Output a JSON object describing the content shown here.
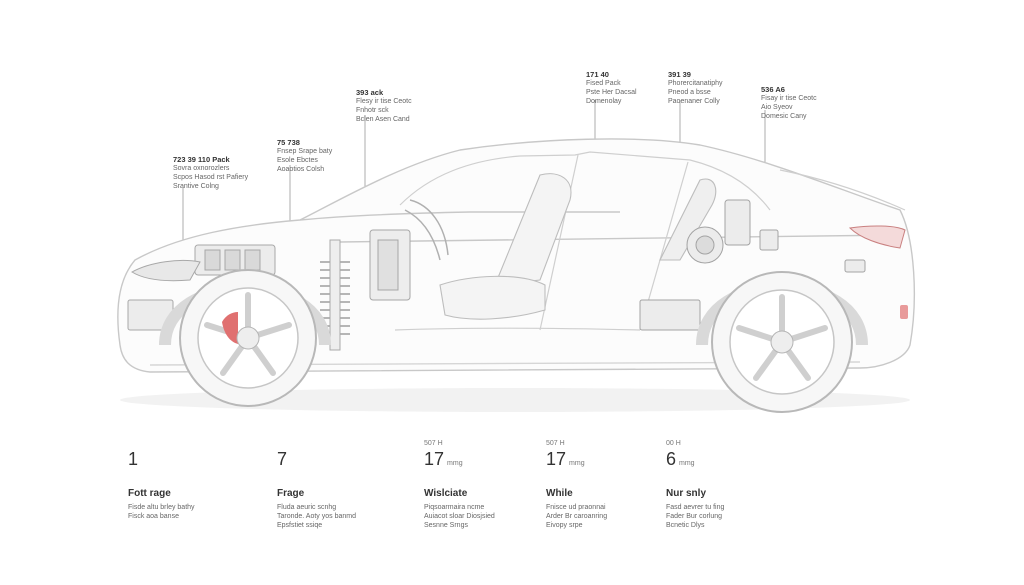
{
  "callouts": [
    {
      "title": "723 39 110 Pack",
      "lines": [
        "Sovra oxnorozlers",
        "Scpos Hasod rst Pafiery",
        "Srantive Colng"
      ]
    },
    {
      "title": "75 738",
      "lines": [
        "Fnsep Srape baty",
        "Esole Ebctes",
        "Aoaotios Colsh"
      ]
    },
    {
      "title": "393 ack",
      "lines": [
        "Flesy ir tise Ceotc",
        "Fnhotr sck",
        "Bclen Asen Cand"
      ]
    },
    {
      "title": "171 40",
      "lines": [
        "Fised Pack",
        "Pste  Her  Dacsal",
        "Domenolay"
      ]
    },
    {
      "title": "391 39",
      "lines": [
        "Phorercitanatiphy",
        "Pneod a bsse",
        "Paoenaner Colly"
      ]
    },
    {
      "title": "536 A6",
      "lines": [
        "Fisay ir tise Ceotc",
        "Aio Syeov",
        "Domesic Cany"
      ]
    }
  ],
  "stats": [
    {
      "pre": "",
      "value": "1",
      "unit": "",
      "label": "Fott rage",
      "desc": [
        "Fisde altu brley bathy",
        "Fisck aoa banse"
      ]
    },
    {
      "pre": "",
      "value": "7",
      "unit": "",
      "label": "Frage",
      "desc": [
        "Fluda aeuric scnhg",
        "Taronde. Aoty yos banmd",
        "Epsfstiet ssiqe"
      ]
    },
    {
      "pre": "507 H",
      "value": "17",
      "unit": "mmg",
      "label": "Wislciate",
      "desc": [
        "Piqsoarmaira ncme",
        "Auiacot sloar Diosjsied",
        "Sesnne Srngs"
      ]
    },
    {
      "pre": "507 H",
      "value": "17",
      "unit": "mmg",
      "label": "While",
      "desc": [
        "Fnisce ud praonnai",
        "Arder Br caroanring",
        "Eivopy srpe"
      ]
    },
    {
      "pre": "00 H",
      "value": "6",
      "unit": "mmg",
      "label": "Nur snly",
      "desc": [
        "Fasd aevrer tu fing",
        "Fader Bur corlung",
        "Bcnetic Dlys"
      ]
    }
  ]
}
